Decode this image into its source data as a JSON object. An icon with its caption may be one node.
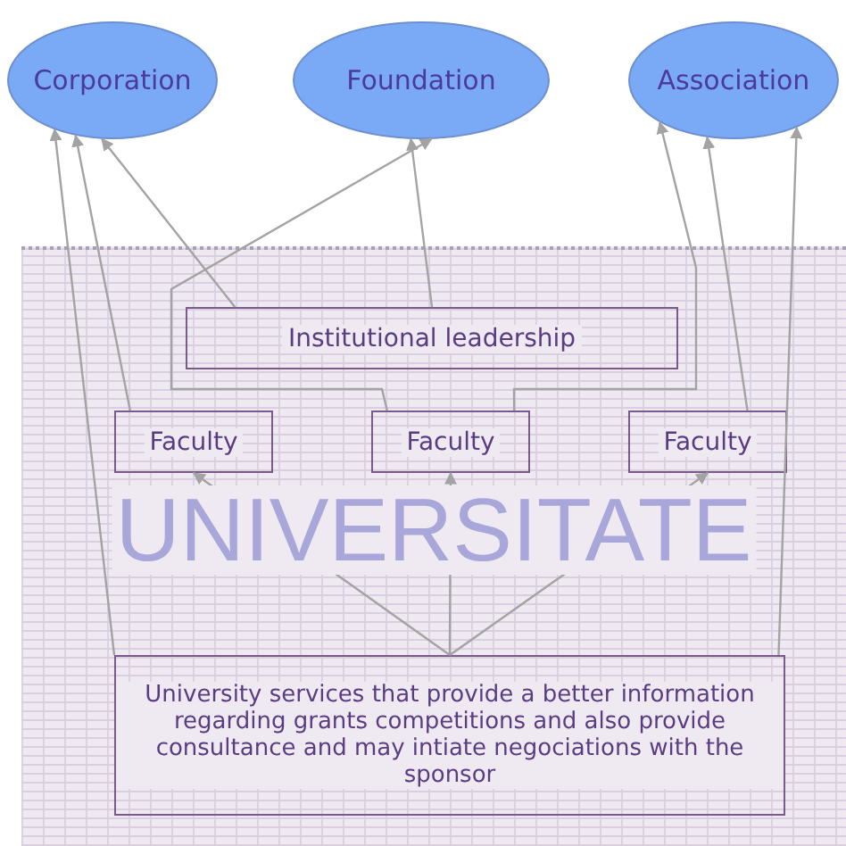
{
  "diagram": {
    "nodes": [
      {
        "text": [
          "Corporation"
        ]
      },
      {
        "text": [
          "Foundation"
        ]
      },
      {
        "text": [
          "Association"
        ]
      },
      {
        "text": [
          "UNIVERSITATE"
        ]
      },
      {
        "text": [
          "Institutional leadership"
        ],
        "in": 3
      },
      {
        "text": [
          "Faculty"
        ],
        "in": 3
      },
      {
        "text": [
          "Faculty"
        ],
        "in": 3
      },
      {
        "text": [
          "Faculty"
        ],
        "in": 3
      },
      {
        "text": [
          "University services that provide a better information regarding grants competitions and also provide consultance and may intiate negociations with the sponsor"
        ],
        "in": 3
      }
    ],
    "edges": [
      {
        "from": 8,
        "to": 0,
        "arrow": "to"
      },
      {
        "from": 5,
        "to": 0,
        "arrow": "to"
      },
      {
        "from": 4,
        "to": 0,
        "arrow": "to"
      },
      {
        "from": 4,
        "to": 1,
        "arrow": "to"
      },
      {
        "from": 6,
        "to": 1,
        "arrow": "to"
      },
      {
        "from": 6,
        "to": 2,
        "arrow": "to"
      },
      {
        "from": 7,
        "to": 2,
        "arrow": "to"
      },
      {
        "from": 8,
        "to": 2,
        "arrow": "to"
      },
      {
        "from": 8,
        "to": 5,
        "arrow": "to"
      },
      {
        "from": 8,
        "to": 6,
        "arrow": "to"
      },
      {
        "from": 8,
        "to": 7,
        "arrow": "to"
      }
    ]
  }
}
